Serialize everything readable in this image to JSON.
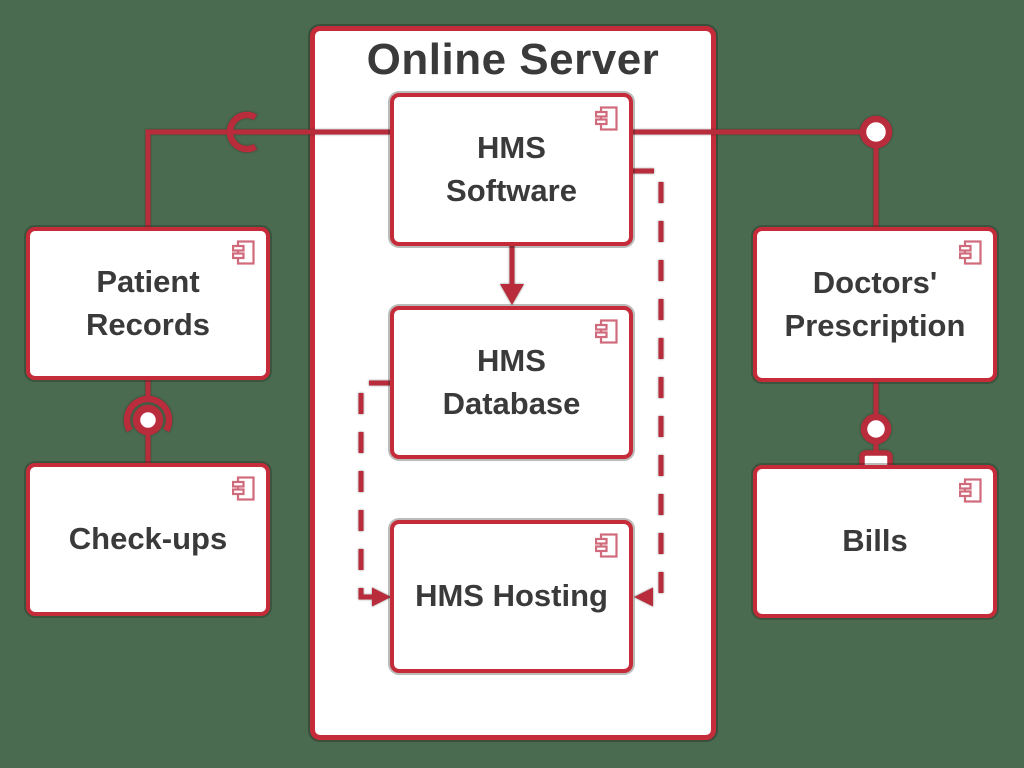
{
  "colors": {
    "background": "#4a6b4f",
    "line_red": "#b92c3c",
    "border_red": "#c62b3a",
    "icon_pink": "#d06b7c",
    "text_dark": "#3a3a3a",
    "box_fill": "#ffffff"
  },
  "diagram": {
    "type": "uml-component-diagram",
    "server_label": "Online Server",
    "components": {
      "hms_software": {
        "label": "HMS Software"
      },
      "hms_database": {
        "label": "HMS Database"
      },
      "hms_hosting": {
        "label": "HMS Hosting"
      },
      "patient_records": {
        "label": "Patient Records"
      },
      "check_ups": {
        "label": "Check-ups"
      },
      "doctors_prescription": {
        "label": "Doctors' Prescription"
      },
      "bills": {
        "label": "Bills"
      }
    },
    "connections": [
      {
        "from": "HMS Software",
        "to": "Patient Records",
        "style": "solid",
        "symbol": "socket"
      },
      {
        "from": "HMS Software",
        "to": "Doctors' Prescription",
        "style": "solid",
        "symbol": "ball"
      },
      {
        "from": "Patient Records",
        "to": "Check-ups",
        "style": "solid",
        "symbol": "ball-and-socket"
      },
      {
        "from": "Doctors' Prescription",
        "to": "Bills",
        "style": "solid",
        "symbol": "ball-and-port"
      },
      {
        "from": "HMS Software",
        "to": "HMS Database",
        "style": "solid",
        "symbol": "filled-arrow"
      },
      {
        "from": "HMS Database",
        "to": "HMS Hosting",
        "style": "dashed",
        "symbol": "arrow"
      },
      {
        "from": "HMS Software",
        "to": "HMS Hosting",
        "style": "dashed",
        "symbol": "arrow"
      }
    ]
  }
}
